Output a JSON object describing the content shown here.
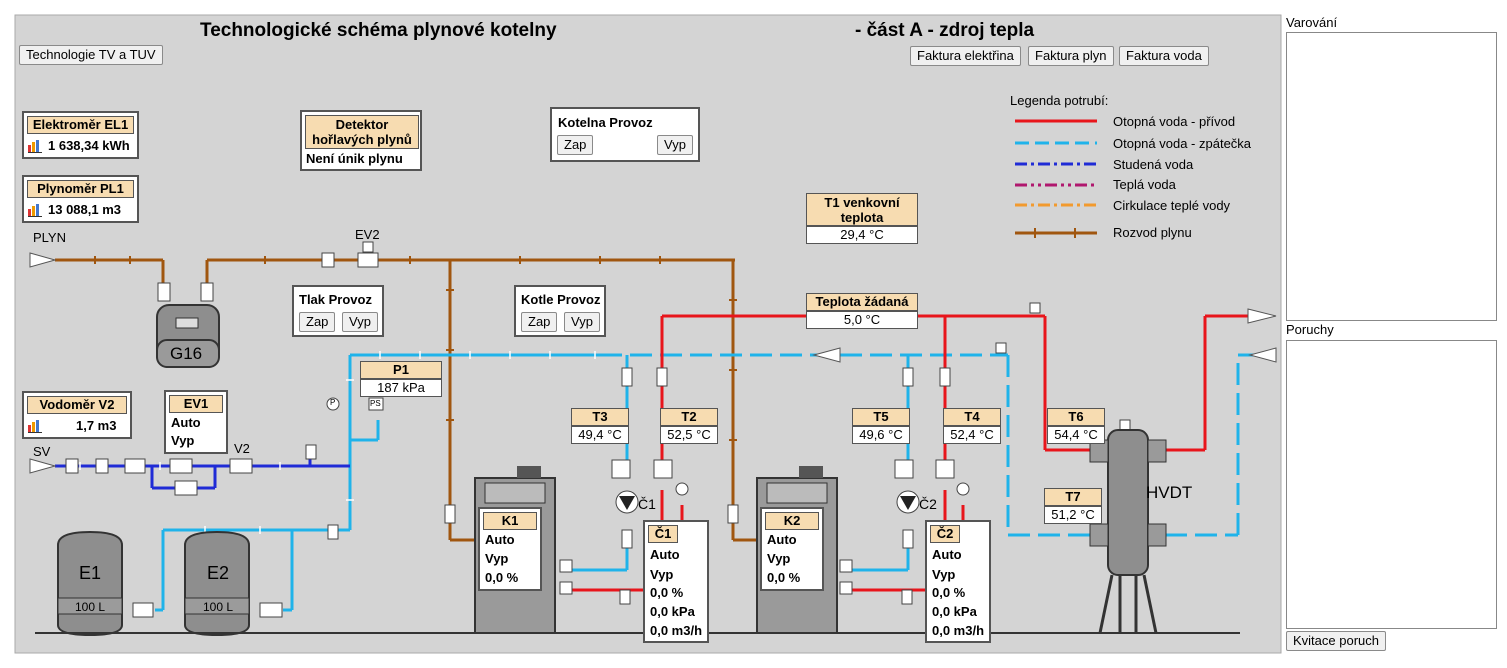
{
  "header": {
    "title_main": "Technologické schéma plynové kotelny",
    "title_part": "- část A - zdroj tepla"
  },
  "buttons": {
    "technologie": "Technologie TV a TUV",
    "faktura_elektrina": "Faktura elektřina",
    "faktura_plyn": "Faktura plyn",
    "faktura_voda": "Faktura voda",
    "kvitace": "Kvitace poruch"
  },
  "meters": {
    "el1": {
      "label": "Elektroměr EL1",
      "value": "1 638,34 kWh"
    },
    "pl1": {
      "label": "Plynoměr PL1",
      "value": "13 088,1 m3"
    },
    "v2": {
      "label": "Vodoměr V2",
      "value": "1,7 m3"
    }
  },
  "detector": {
    "label": "Detektor hořlavých plynů",
    "status": "Není únik plynu"
  },
  "kotelna_provoz": {
    "title": "Kotelna Provoz",
    "zap": "Zap",
    "vyp": "Vyp"
  },
  "tlak_provoz": {
    "title": "Tlak Provoz",
    "zap": "Zap",
    "vyp": "Vyp"
  },
  "kotle_provoz": {
    "title": "Kotle Provoz",
    "zap": "Zap",
    "vyp": "Vyp"
  },
  "legend": {
    "title": "Legenda potrubí:",
    "items": [
      {
        "label": "Otopná voda - přívod",
        "color": "#e8151b"
      },
      {
        "label": "Otopná voda - zpátečka",
        "color": "#1fb3ea"
      },
      {
        "label": "Studená voda",
        "color": "#1f2bd6"
      },
      {
        "label": "Teplá voda",
        "color": "#b0176e"
      },
      {
        "label": "Cirkulace teplé vody",
        "color": "#f29a2e"
      },
      {
        "label": "Rozvod plynu",
        "color": "#a0560f"
      }
    ]
  },
  "sensors": {
    "t1": {
      "label": "T1 venkovní teplota",
      "value": "29,4 °C"
    },
    "zadana": {
      "label": "Teplota žádaná",
      "value": "5,0 °C"
    },
    "p1": {
      "label": "P1",
      "value": "187 kPa"
    },
    "t2": {
      "label": "T2",
      "value": "52,5 °C"
    },
    "t3": {
      "label": "T3",
      "value": "49,4 °C"
    },
    "t4": {
      "label": "T4",
      "value": "52,4 °C"
    },
    "t5": {
      "label": "T5",
      "value": "49,6 °C"
    },
    "t6": {
      "label": "T6",
      "value": "54,4 °C"
    },
    "t7": {
      "label": "T7",
      "value": "51,2 °C"
    }
  },
  "ev1": {
    "label": "EV1",
    "mode": "Auto",
    "state": "Vyp"
  },
  "boilers": {
    "k1": {
      "label": "K1",
      "mode": "Auto",
      "state": "Vyp",
      "power": "0,0 %"
    },
    "k2": {
      "label": "K2",
      "mode": "Auto",
      "state": "Vyp",
      "power": "0,0 %"
    }
  },
  "pumps": {
    "c1": {
      "label": "Č1",
      "mode": "Auto",
      "state": "Vyp",
      "power": "0,0 %",
      "pressure": "0,0 kPa",
      "flow": "0,0 m3/h"
    },
    "c2": {
      "label": "Č2",
      "mode": "Auto",
      "state": "Vyp",
      "power": "0,0 %",
      "pressure": "0,0 kPa",
      "flow": "0,0 m3/h"
    }
  },
  "scheme_labels": {
    "plyn": "PLYN",
    "ev2": "EV2",
    "g16": "G16",
    "sv": "SV",
    "v2": "V2",
    "e1": "E1",
    "e2": "E2",
    "e_volume": "100 L",
    "hvdt": "HVDT",
    "c1": "Č1",
    "c2": "Č2",
    "p": "P",
    "ps": "PS"
  },
  "side": {
    "warnings": "Varování",
    "faults": "Poruchy"
  }
}
